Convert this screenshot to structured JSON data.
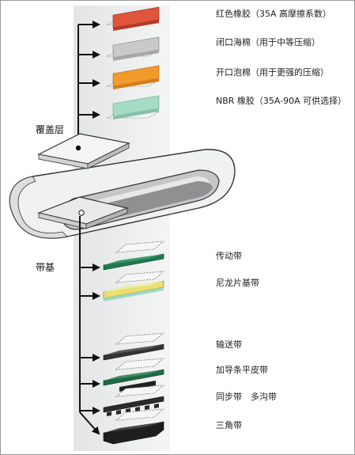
{
  "sections": {
    "cover": "覆盖层",
    "base": "带基"
  },
  "cover_layers": [
    {
      "label": "红色橡胶（35A 高摩擦系数）",
      "color": "#e0553c"
    },
    {
      "label": "闭口海棉（用于中等压缩）",
      "color": "#c7c7c7"
    },
    {
      "label": "开口泡棉（用于更强的压缩）",
      "color": "#f29a2c"
    },
    {
      "label": "NBR 橡胶（35A-90A 可供选择）",
      "color": "#9fd8c0"
    }
  ],
  "base_types": [
    {
      "label": "传动带",
      "color": "#1f7a4d"
    },
    {
      "label": "尼龙片基带",
      "color": "#e8e070"
    },
    {
      "label": "输送带",
      "color": "#333333"
    },
    {
      "label": "加导条平皮带",
      "color": "#1f6a45"
    },
    {
      "label": "同步带　多沟带",
      "color": "#2a2a2a"
    },
    {
      "label": "三角带",
      "color": "#1e1e1e"
    }
  ]
}
